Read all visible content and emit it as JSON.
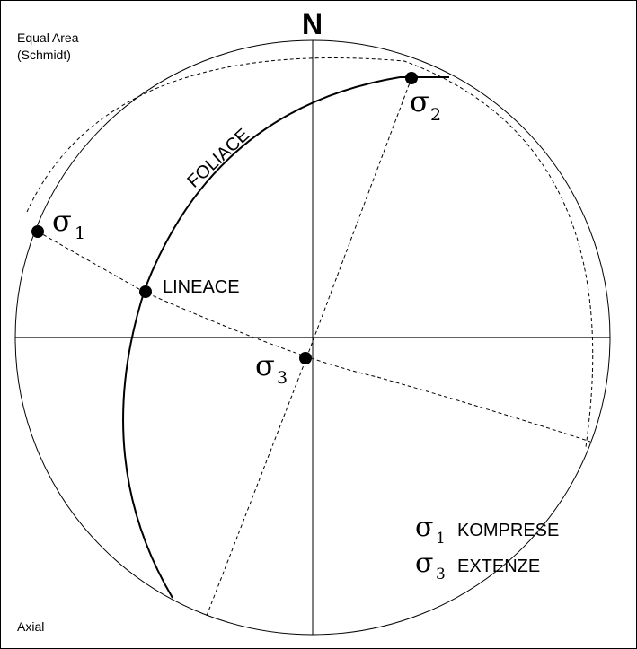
{
  "header": {
    "projection_line1": "Equal Area",
    "projection_line2": "(Schmidt)",
    "north_label": "N",
    "footer_label": "Axial"
  },
  "stereonet": {
    "great_circle_label": "FOLIACE",
    "lineation_label": "LINEACE",
    "sigma_symbol": "σ",
    "sigma1_sub": "1",
    "sigma2_sub": "2",
    "sigma3_sub": "3"
  },
  "legend": {
    "sigma1_sub": "1",
    "sigma1_text": "KOMPRESE",
    "sigma3_sub": "3",
    "sigma3_text": "EXTENZE"
  },
  "colors": {
    "ink": "#000000",
    "background": "#ffffff"
  }
}
